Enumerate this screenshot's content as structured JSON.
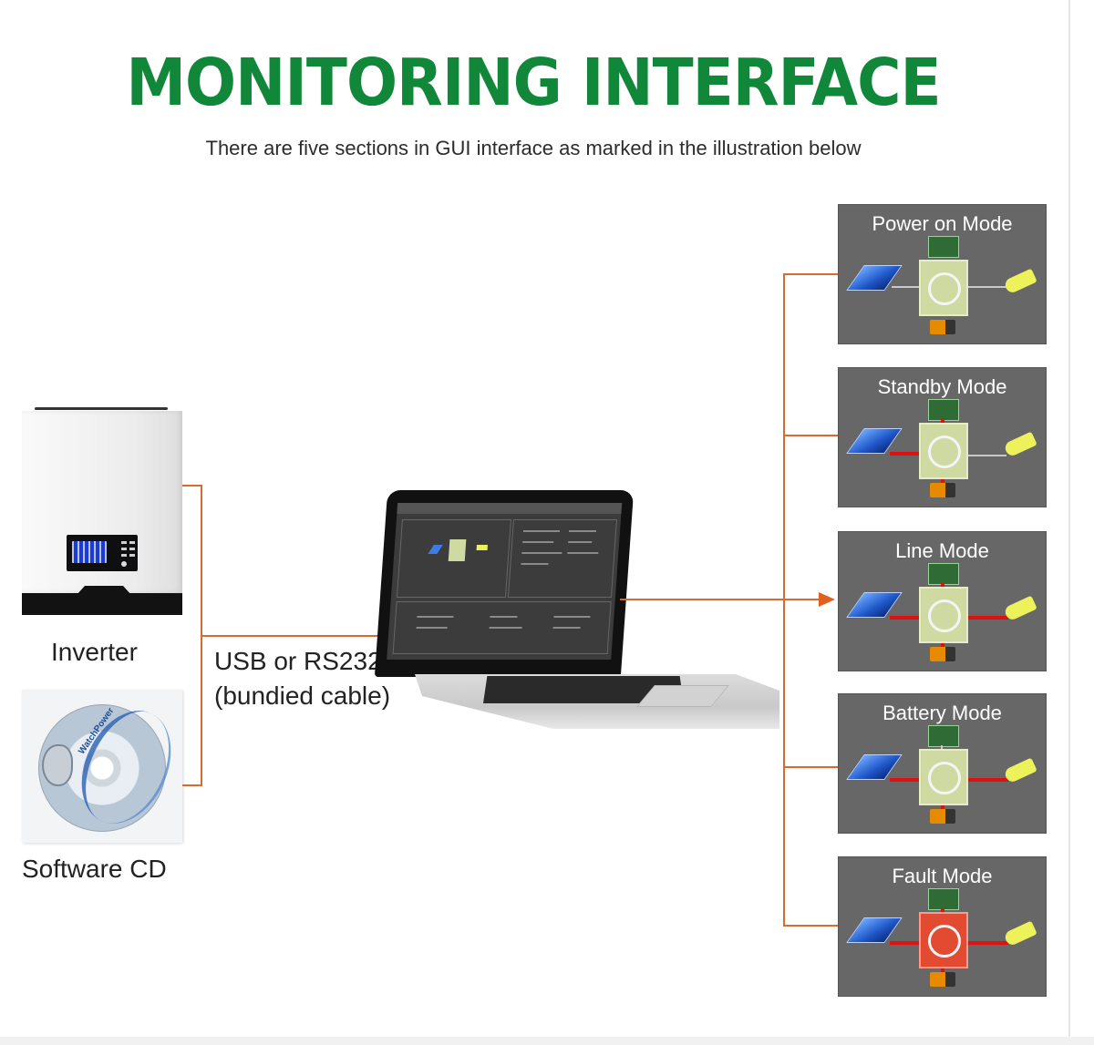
{
  "header": {
    "title": "MONITORING INTERFACE",
    "subtitle": "There are five sections in GUI interface as marked in the illustration below"
  },
  "devices": {
    "inverter_label": "Inverter",
    "cd_label": "Software CD",
    "cd_brand": "WatchPower",
    "cable_label_line1": "USB or RS232",
    "cable_label_line2": "(bundied cable)"
  },
  "modes": [
    {
      "title": "Power on Mode",
      "state": "normal"
    },
    {
      "title": "Standby Mode",
      "state": "standby"
    },
    {
      "title": "Line Mode",
      "state": "line"
    },
    {
      "title": "Battery Mode",
      "state": "battery"
    },
    {
      "title": "Fault Mode",
      "state": "fault"
    }
  ],
  "colors": {
    "title_green": "#11873a",
    "connector_orange": "#d86b2f",
    "panel_gray": "#676767",
    "flow_red": "#e01010"
  }
}
